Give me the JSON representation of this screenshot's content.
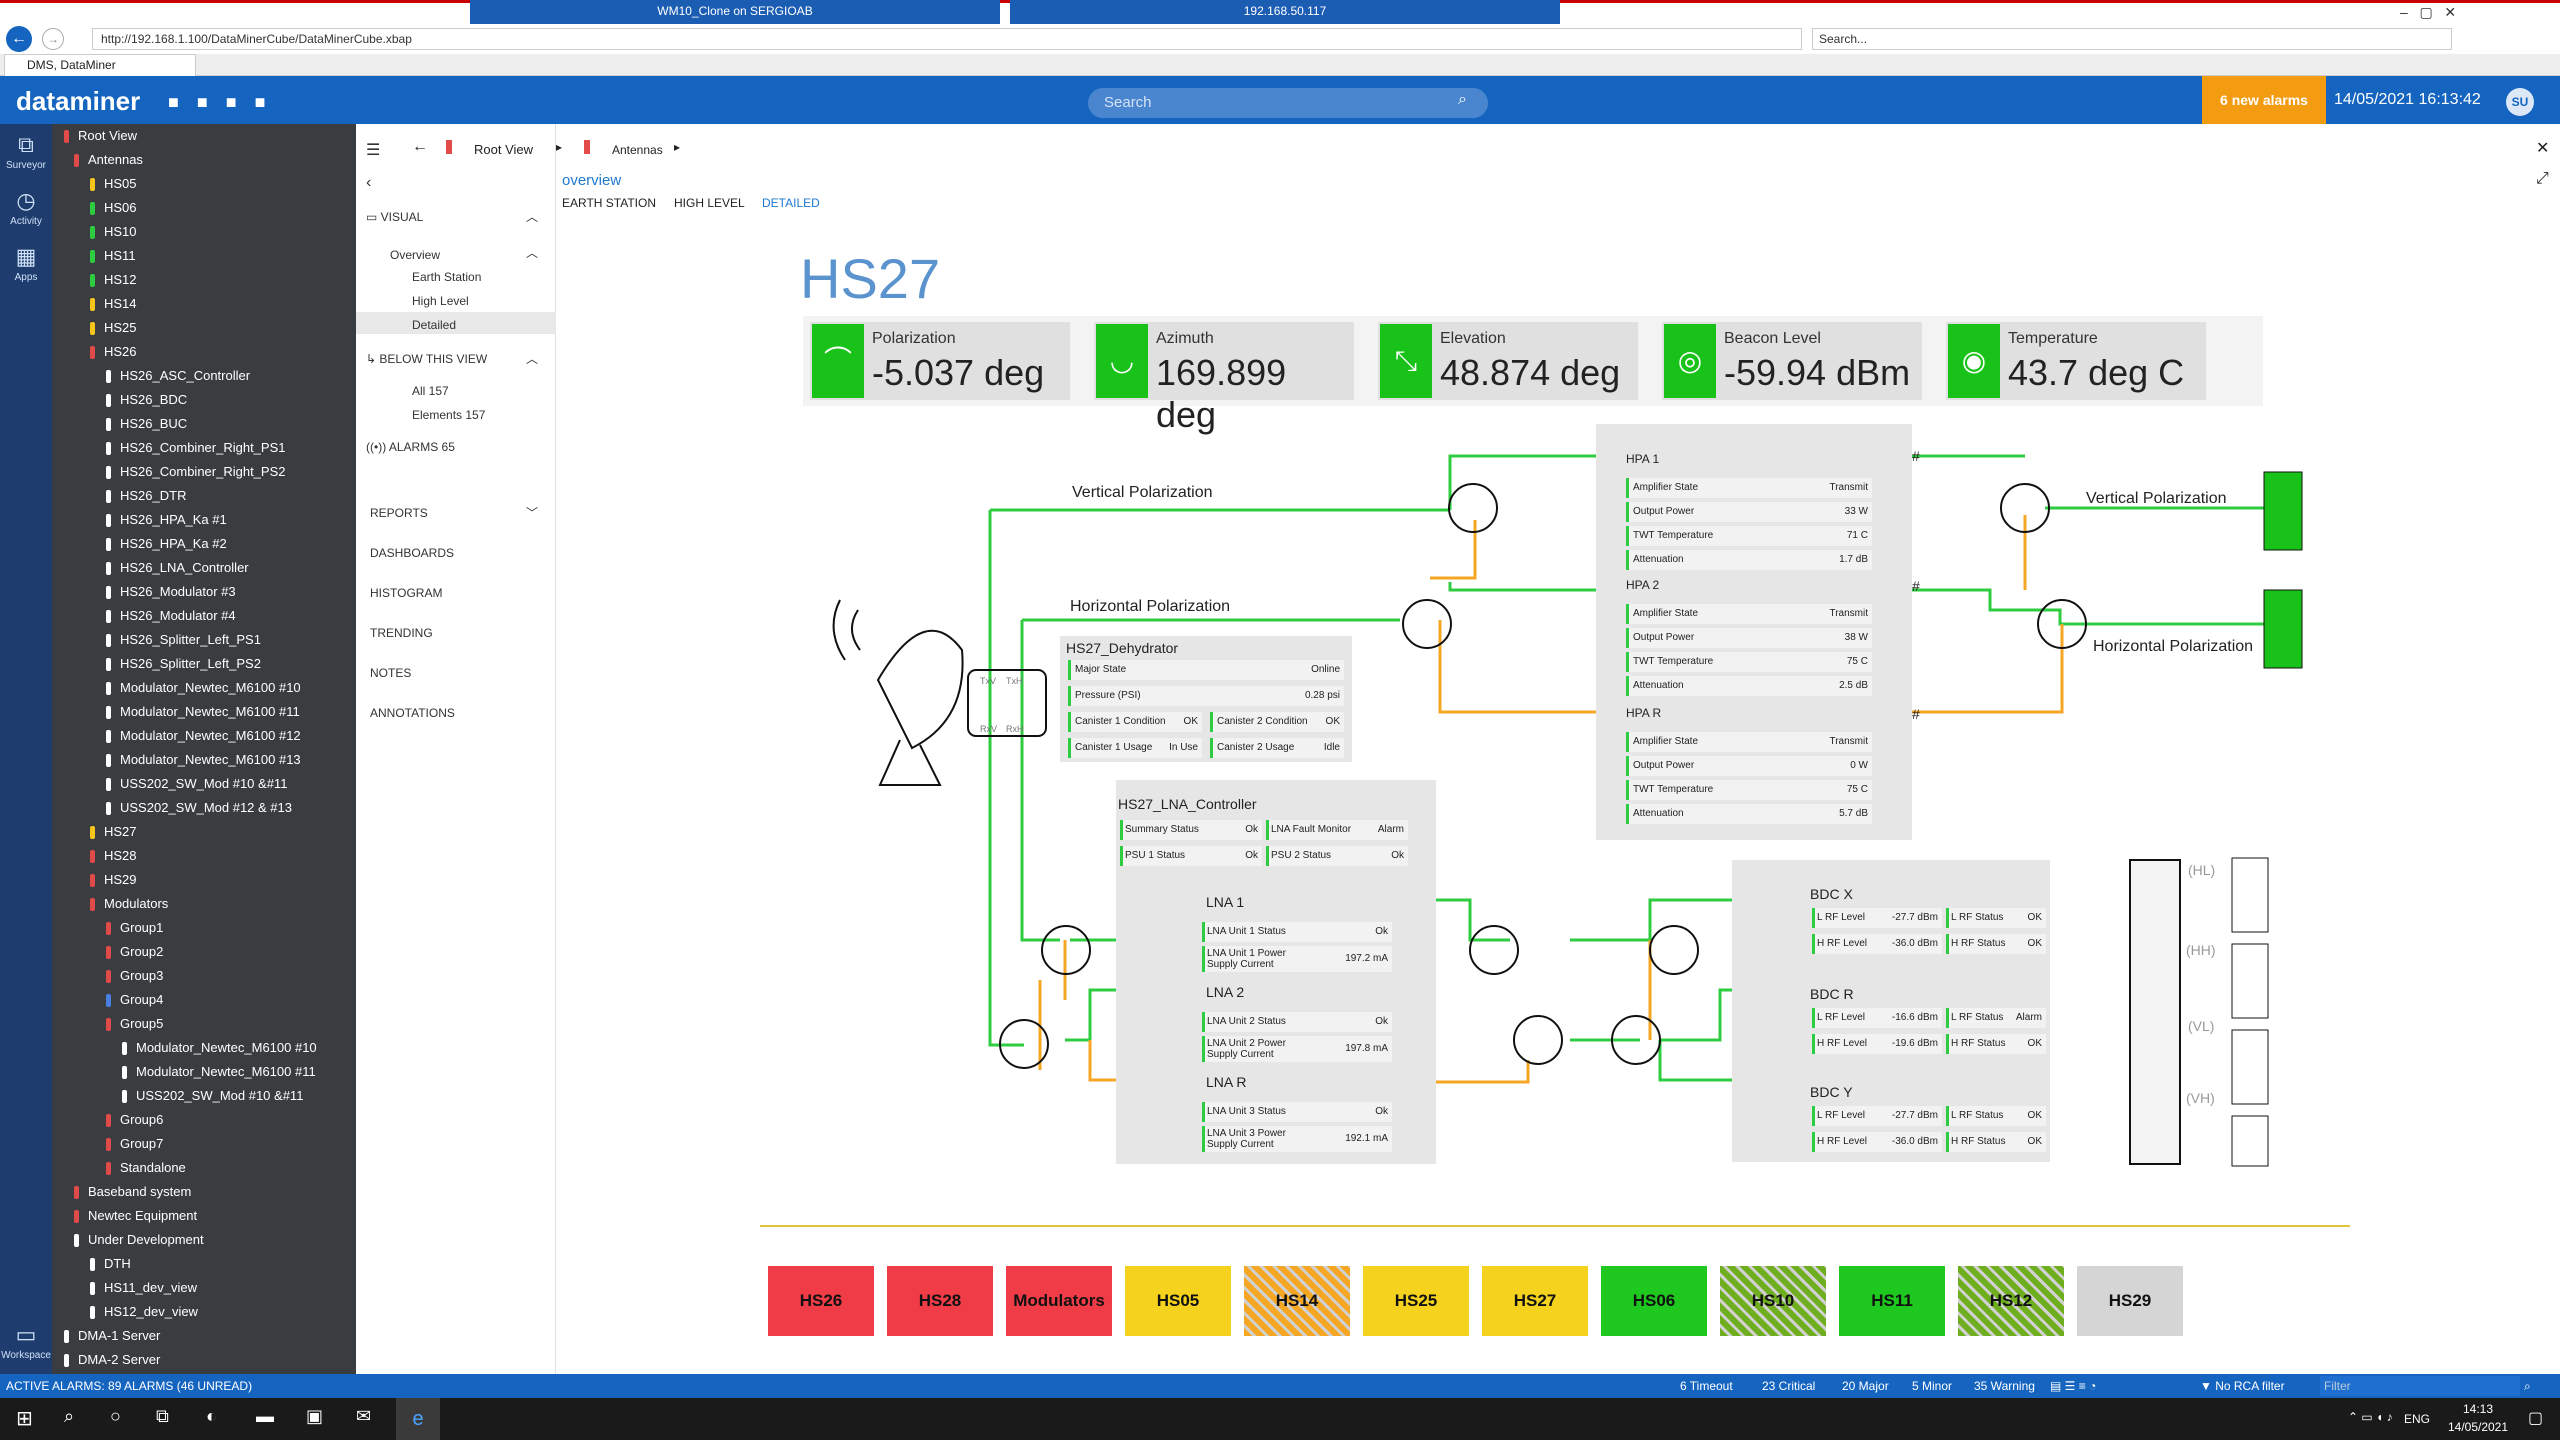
{
  "browser": {
    "url": "http://192.168.1.100/DataMinerCube/DataMinerCube.xbap",
    "search_placeholder": "Search...",
    "tab_title": "DMS, DataMiner",
    "rdp1": "WM10_Clone on SERGIOAB",
    "rdp2": "192.168.50.117"
  },
  "app": {
    "logo": "dataminer",
    "search_placeholder": "Search",
    "alarms": "6 new alarms",
    "datetime": "14/05/2021 16:13:42",
    "user": "SU"
  },
  "rail": [
    {
      "label": "Surveyor"
    },
    {
      "label": "Activity"
    },
    {
      "label": "Apps"
    },
    {
      "label": "Workspace"
    }
  ],
  "tree": [
    {
      "label": "Root View",
      "level": 0,
      "color": "#e34a4a"
    },
    {
      "label": "Antennas",
      "level": 1,
      "color": "#e34a4a"
    },
    {
      "label": "HS05",
      "level": 2,
      "color": "#f5c518"
    },
    {
      "label": "HS06",
      "level": 2,
      "color": "#2ecc40"
    },
    {
      "label": "HS10",
      "level": 2,
      "color": "#2ecc40"
    },
    {
      "label": "HS11",
      "level": 2,
      "color": "#2ecc40"
    },
    {
      "label": "HS12",
      "level": 2,
      "color": "#2ecc40"
    },
    {
      "label": "HS14",
      "level": 2,
      "color": "#f5c518"
    },
    {
      "label": "HS25",
      "level": 2,
      "color": "#f5c518"
    },
    {
      "label": "HS26",
      "level": 2,
      "color": "#e34a4a"
    },
    {
      "label": "HS26_ASC_Controller",
      "level": 3,
      "color": "#ffffff"
    },
    {
      "label": "HS26_BDC",
      "level": 3,
      "color": "#ffffff"
    },
    {
      "label": "HS26_BUC",
      "level": 3,
      "color": "#ffffff"
    },
    {
      "label": "HS26_Combiner_Right_PS1",
      "level": 3,
      "color": "#ffffff"
    },
    {
      "label": "HS26_Combiner_Right_PS2",
      "level": 3,
      "color": "#ffffff"
    },
    {
      "label": "HS26_DTR",
      "level": 3,
      "color": "#ffffff"
    },
    {
      "label": "HS26_HPA_Ka #1",
      "level": 3,
      "color": "#ffffff"
    },
    {
      "label": "HS26_HPA_Ka #2",
      "level": 3,
      "color": "#ffffff"
    },
    {
      "label": "HS26_LNA_Controller",
      "level": 3,
      "color": "#ffffff"
    },
    {
      "label": "HS26_Modulator #3",
      "level": 3,
      "color": "#ffffff"
    },
    {
      "label": "HS26_Modulator #4",
      "level": 3,
      "color": "#ffffff"
    },
    {
      "label": "HS26_Splitter_Left_PS1",
      "level": 3,
      "color": "#ffffff"
    },
    {
      "label": "HS26_Splitter_Left_PS2",
      "level": 3,
      "color": "#ffffff"
    },
    {
      "label": "Modulator_Newtec_M6100 #10",
      "level": 3,
      "color": "#ffffff"
    },
    {
      "label": "Modulator_Newtec_M6100 #11",
      "level": 3,
      "color": "#ffffff"
    },
    {
      "label": "Modulator_Newtec_M6100 #12",
      "level": 3,
      "color": "#ffffff"
    },
    {
      "label": "Modulator_Newtec_M6100 #13",
      "level": 3,
      "color": "#ffffff"
    },
    {
      "label": "USS202_SW_Mod #10 &#11",
      "level": 3,
      "color": "#ffffff"
    },
    {
      "label": "USS202_SW_Mod #12 & #13",
      "level": 3,
      "color": "#ffffff"
    },
    {
      "label": "HS27",
      "level": 2,
      "color": "#f5c518"
    },
    {
      "label": "HS28",
      "level": 2,
      "color": "#e34a4a"
    },
    {
      "label": "HS29",
      "level": 2,
      "color": "#e34a4a"
    },
    {
      "label": "Modulators",
      "level": 2,
      "color": "#e34a4a"
    },
    {
      "label": "Group1",
      "level": 3,
      "color": "#e34a4a"
    },
    {
      "label": "Group2",
      "level": 3,
      "color": "#e34a4a"
    },
    {
      "label": "Group3",
      "level": 3,
      "color": "#e34a4a"
    },
    {
      "label": "Group4",
      "level": 3,
      "color": "#4a7ee3"
    },
    {
      "label": "Group5",
      "level": 3,
      "color": "#e34a4a"
    },
    {
      "label": "Modulator_Newtec_M6100 #10",
      "level": 4,
      "color": "#ffffff"
    },
    {
      "label": "Modulator_Newtec_M6100 #11",
      "level": 4,
      "color": "#ffffff"
    },
    {
      "label": "USS202_SW_Mod #10 &#11",
      "level": 4,
      "color": "#ffffff"
    },
    {
      "label": "Group6",
      "level": 3,
      "color": "#e34a4a"
    },
    {
      "label": "Group7",
      "level": 3,
      "color": "#e34a4a"
    },
    {
      "label": "Standalone",
      "level": 3,
      "color": "#e34a4a"
    },
    {
      "label": "Baseband system",
      "level": 1,
      "color": "#e34a4a"
    },
    {
      "label": "Newtec Equipment",
      "level": 1,
      "color": "#e34a4a"
    },
    {
      "label": "Under Development",
      "level": 1,
      "color": "#ffffff"
    },
    {
      "label": "DTH",
      "level": 2,
      "color": "#ffffff"
    },
    {
      "label": "HS11_dev_view",
      "level": 2,
      "color": "#ffffff"
    },
    {
      "label": "HS12_dev_view",
      "level": 2,
      "color": "#ffffff"
    },
    {
      "label": "DMA-1 Server",
      "level": 0,
      "color": "#ffffff"
    },
    {
      "label": "DMA-2 Server",
      "level": 0,
      "color": "#ffffff"
    }
  ],
  "nav": {
    "visual": "VISUAL",
    "overview": "Overview",
    "earth_station": "Earth Station",
    "high_level": "High Level",
    "detailed": "Detailed",
    "below": "BELOW THIS VIEW",
    "all": "All 157",
    "elements": "Elements 157",
    "alarms": "ALARMS 65",
    "reports": "REPORTS",
    "dashboards": "DASHBOARDS",
    "histogram": "HISTOGRAM",
    "trending": "TRENDING",
    "notes": "NOTES",
    "annotations": "ANNOTATIONS"
  },
  "crumbs": {
    "root": "Root View",
    "antennas": "Antennas"
  },
  "subtabs": {
    "overview": "overview",
    "earth": "EARTH STATION",
    "high": "HIGH LEVEL",
    "detailed": "DETAILED"
  },
  "title": "HS27",
  "kpis": [
    {
      "label": "Polarization",
      "value": "-5.037 deg"
    },
    {
      "label": "Azimuth",
      "value": "169.899 deg"
    },
    {
      "label": "Elevation",
      "value": "48.874 deg"
    },
    {
      "label": "Beacon Level",
      "value": "-59.94 dBm"
    },
    {
      "label": "Temperature",
      "value": "43.7 deg C"
    }
  ],
  "diagram": {
    "vpol_left": "Vertical Polarization",
    "hpol_left": "Horizontal Polarization",
    "vpol_right": "Vertical Polarization",
    "hpol_right": "Horizontal Polarization",
    "feed": {
      "txv": "TxV",
      "txh": "TxH",
      "rxv": "RxV",
      "rxh": "RxH"
    },
    "hash": "#",
    "dehydrator": {
      "title": "HS27_Dehydrator",
      "major_label": "Major State",
      "major_value": "Online",
      "pressure_label": "Pressure (PSI)",
      "pressure_value": "0.28 psi",
      "c1c_label": "Canister 1 Condition",
      "c1c_value": "OK",
      "c2c_label": "Canister 2 Condition",
      "c2c_value": "OK",
      "c1u_label": "Canister 1 Usage",
      "c1u_value": "In Use",
      "c2u_label": "Canister 2 Usage",
      "c2u_value": "Idle"
    },
    "hpas": [
      {
        "title": "HPA 1",
        "rows": [
          [
            "Amplifier State",
            "Transmit"
          ],
          [
            "Output Power",
            "33 W"
          ],
          [
            "TWT Temperature",
            "71 C"
          ],
          [
            "Attenuation",
            "1.7 dB"
          ]
        ]
      },
      {
        "title": "HPA 2",
        "rows": [
          [
            "Amplifier State",
            "Transmit"
          ],
          [
            "Output Power",
            "38 W"
          ],
          [
            "TWT Temperature",
            "75 C"
          ],
          [
            "Attenuation",
            "2.5 dB"
          ]
        ]
      },
      {
        "title": "HPA R",
        "rows": [
          [
            "Amplifier State",
            "Transmit"
          ],
          [
            "Output Power",
            "0 W"
          ],
          [
            "TWT Temperature",
            "75 C"
          ],
          [
            "Attenuation",
            "5.7 dB"
          ]
        ]
      }
    ],
    "lna_ctrl": {
      "title": "HS27_LNA_Controller",
      "sum_label": "Summary Status",
      "sum_value": "Ok",
      "fault_label": "LNA Fault Monitor",
      "fault_value": "Alarm",
      "psu1_label": "PSU 1 Status",
      "psu1_value": "Ok",
      "psu2_label": "PSU 2 Status",
      "psu2_value": "Ok"
    },
    "lnas": [
      {
        "title": "LNA 1",
        "s_label": "LNA Unit 1 Status",
        "s_value": "Ok",
        "p_label1": "LNA Unit 1 Power",
        "p_label2": "Supply Current",
        "p_value": "197.2 mA"
      },
      {
        "title": "LNA 2",
        "s_label": "LNA Unit 2 Status",
        "s_value": "Ok",
        "p_label1": "LNA Unit 2 Power",
        "p_label2": "Supply Current",
        "p_value": "197.8 mA"
      },
      {
        "title": "LNA R",
        "s_label": "LNA Unit 3 Status",
        "s_value": "Ok",
        "p_label1": "LNA Unit 3 Power",
        "p_label2": "Supply Current",
        "p_value": "192.1 mA"
      }
    ],
    "bdcs": [
      {
        "title": "BDC X",
        "rows": [
          [
            "L RF Level",
            "-27.7 dBm",
            "L RF Status",
            "OK"
          ],
          [
            "H RF Level",
            "-36.0 dBm",
            "H RF Status",
            "OK"
          ]
        ]
      },
      {
        "title": "BDC R",
        "rows": [
          [
            "L RF Level",
            "-16.6 dBm",
            "L RF Status",
            "Alarm"
          ],
          [
            "H RF Level",
            "-19.6 dBm",
            "H RF Status",
            "OK"
          ]
        ]
      },
      {
        "title": "BDC Y",
        "rows": [
          [
            "L RF Level",
            "-27.7 dBm",
            "L RF Status",
            "OK"
          ],
          [
            "H RF Level",
            "-36.0 dBm",
            "H RF Status",
            "OK"
          ]
        ]
      }
    ],
    "outputs": [
      "(HL)",
      "(HH)",
      "(VL)",
      "(VH)"
    ]
  },
  "summary_buttons": [
    {
      "label": "HS26",
      "color": "#f03c46",
      "hatch": false
    },
    {
      "label": "HS28",
      "color": "#f03c46",
      "hatch": false
    },
    {
      "label": "Modulators",
      "color": "#f03c46",
      "hatch": false
    },
    {
      "label": "HS05",
      "color": "#f5d21e",
      "hatch": false
    },
    {
      "label": "HS14",
      "color": "#f5a623",
      "hatch": true
    },
    {
      "label": "HS25",
      "color": "#f5d21e",
      "hatch": false
    },
    {
      "label": "HS27",
      "color": "#f5d21e",
      "hatch": false
    },
    {
      "label": "HS06",
      "color": "#1ec81e",
      "hatch": false
    },
    {
      "label": "HS10",
      "color": "#6fae1e",
      "hatch": true
    },
    {
      "label": "HS11",
      "color": "#1ec81e",
      "hatch": false
    },
    {
      "label": "HS12",
      "color": "#6fae1e",
      "hatch": true
    },
    {
      "label": "HS29",
      "color": "#d5d5d5",
      "hatch": false
    }
  ],
  "status": {
    "active": "ACTIVE ALARMS: 89 ALARMS (46 UNREAD)",
    "timeout": "6 Timeout",
    "critical": "23 Critical",
    "major": "20 Major",
    "minor": "5 Minor",
    "warning": "35 Warning",
    "rca": "No RCA filter",
    "filter": "Filter"
  },
  "taskbar": {
    "lang": "ENG",
    "time": "14:13",
    "date": "14/05/2021"
  }
}
